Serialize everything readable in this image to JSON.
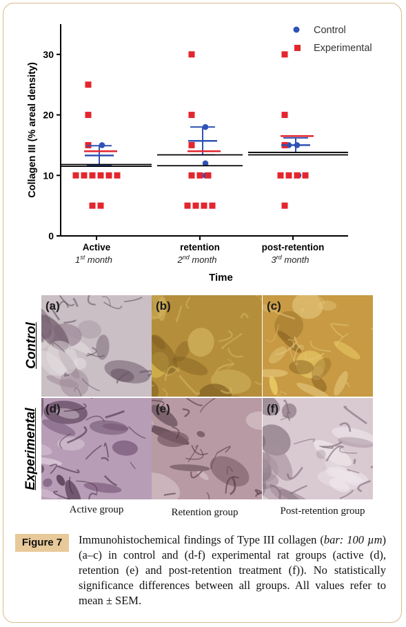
{
  "chart_data": {
    "type": "scatter",
    "ylabel": "Collagen III (% areal density)",
    "xlabel": "Time",
    "ylim": [
      0,
      35
    ],
    "yticks": [
      0,
      10,
      20,
      30
    ],
    "categories": [
      {
        "name": "Active",
        "sub": "1",
        "sup": "st",
        "unit": " month"
      },
      {
        "name": "retention",
        "sub": "2",
        "sup": "nd",
        "unit": " month"
      },
      {
        "name": "post-retention",
        "sub": "3",
        "sup": "rd",
        "unit": " month"
      }
    ],
    "legend_position": "top-right",
    "series": [
      {
        "name": "Control",
        "color": "#2f52b5",
        "marker": "circle",
        "points": [
          [
            0,
            15
          ],
          [
            0,
            10
          ],
          [
            0,
            10
          ],
          [
            1,
            18
          ],
          [
            1,
            12
          ],
          [
            1,
            10
          ],
          [
            2,
            15
          ],
          [
            2,
            15
          ],
          [
            2,
            10
          ]
        ],
        "mean": [
          13.3,
          15.7,
          15.0
        ],
        "sem": [
          1.6,
          2.3,
          1.2
        ]
      },
      {
        "name": "Experimental",
        "color": "#e3262e",
        "marker": "square",
        "points": [
          [
            0,
            25
          ],
          [
            0,
            20
          ],
          [
            0,
            15
          ],
          [
            0,
            10
          ],
          [
            0,
            10
          ],
          [
            0,
            10
          ],
          [
            0,
            10
          ],
          [
            0,
            10
          ],
          [
            0,
            10
          ],
          [
            0,
            5
          ],
          [
            0,
            5
          ],
          [
            1,
            30
          ],
          [
            1,
            20
          ],
          [
            1,
            15
          ],
          [
            1,
            10
          ],
          [
            1,
            10
          ],
          [
            1,
            10
          ],
          [
            1,
            5
          ],
          [
            1,
            5
          ],
          [
            1,
            5
          ],
          [
            1,
            5
          ],
          [
            2,
            30
          ],
          [
            2,
            20
          ],
          [
            2,
            15
          ],
          [
            2,
            10
          ],
          [
            2,
            10
          ],
          [
            2,
            10
          ],
          [
            2,
            10
          ],
          [
            2,
            5
          ]
        ],
        "mean": [
          14.0,
          14.0,
          16.5
        ],
        "sem": [
          0,
          0,
          0
        ]
      }
    ],
    "overall_means": [
      [
        11.8,
        11.5
      ],
      [
        13.4,
        11.6
      ],
      [
        13.8,
        13.4
      ]
    ]
  },
  "figure": {
    "panels": [
      {
        "letter": "(a)",
        "palette": [
          "#c9bfc4",
          "#9d8898",
          "#e7e0e2",
          "#6b5566"
        ]
      },
      {
        "letter": "(b)",
        "palette": [
          "#b58e3b",
          "#7b5a1f",
          "#e7d35a",
          "#d1b45e"
        ]
      },
      {
        "letter": "(c)",
        "palette": [
          "#c79a43",
          "#8d6524",
          "#f1d870",
          "#e3c47a"
        ]
      },
      {
        "letter": "(d)",
        "palette": [
          "#b79db6",
          "#79597a",
          "#e2d2e0",
          "#4a3048"
        ]
      },
      {
        "letter": "(e)",
        "palette": [
          "#b89aa4",
          "#7a5c67",
          "#dcc9cd",
          "#4e3640"
        ]
      },
      {
        "letter": "(f)",
        "palette": [
          "#d9c9d1",
          "#a48f9b",
          "#f1e9ed",
          "#7d6876"
        ]
      }
    ],
    "row_labels": [
      "Control",
      "Experimental"
    ],
    "column_labels": [
      "Active group",
      "Retention group",
      "Post-retention group"
    ],
    "label": "Figure 7",
    "caption": {
      "p1": "Immunohistochemical findings of Type III collagen (",
      "bar": "bar: 100 µm",
      "p2": ") (a–c) in control and (d-f) experimental rat groups (active (d), retention (e) and post-retention treatment (f)). No statistically significance differences between all groups. All values refer to mean ± SEM."
    }
  }
}
